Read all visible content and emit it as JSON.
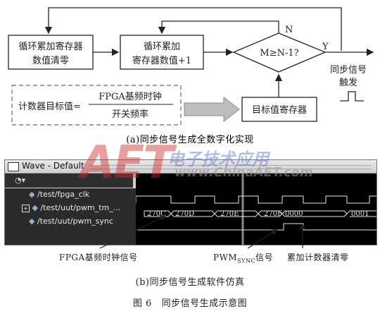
{
  "diagram": {
    "boxes": {
      "clear": [
        "循环累加寄存器",
        "数值清零"
      ],
      "add": [
        "循环累加",
        "寄存器数值+1"
      ],
      "compare": "M≥N-1?",
      "target_reg": "目标值寄存器",
      "sync_out": [
        "同步信号",
        "触发"
      ]
    },
    "labels": {
      "no": "N",
      "yes": "Y"
    },
    "formula": {
      "lhs": "计数器目标值=",
      "numerator": "FPGA基频时钟",
      "denominator": "开关频率"
    },
    "caption_a": "(a)同步信号生成全数字化实现"
  },
  "wave_window": {
    "title": "Wave - Default",
    "signals": [
      {
        "name": "/test/fpga_clk"
      },
      {
        "name": "/test/uut/pwm_tm_..."
      },
      {
        "name": "/test/uut/pwm_sync"
      }
    ],
    "bus_values": [
      "270C",
      "270D",
      "270E",
      "270F",
      "0000",
      "0001"
    ]
  },
  "annotations": {
    "clk_label": "FPGA基频时钟信号",
    "sync_label_pre": "PWM",
    "sync_label_sub": "SYNC",
    "sync_label_post": "信号",
    "clear_label": "累加计数器清零"
  },
  "watermark": {
    "logo": "AET",
    "cn": "电子技术应用",
    "url": "www.ChinaAET.com"
  },
  "caption_b": "(b)同步信号生成软件仿真",
  "figure_caption": "图 6   同步信号生成示意图"
}
